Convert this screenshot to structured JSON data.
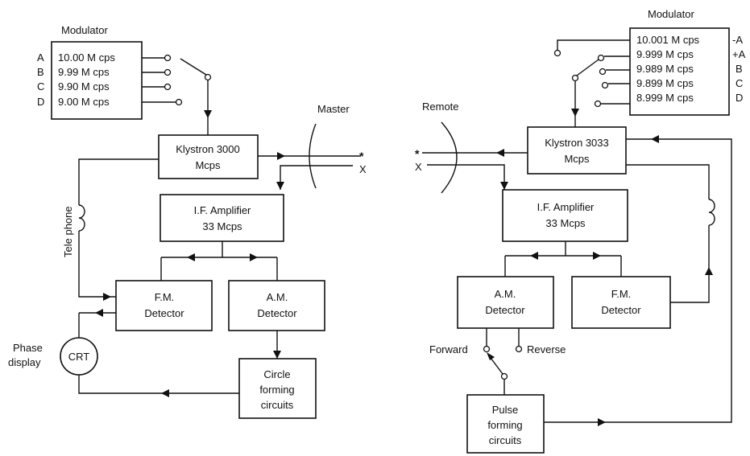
{
  "master": {
    "modulator_title": "Modulator",
    "channels": [
      {
        "letter": "A",
        "freq": "10.00 M cps"
      },
      {
        "letter": "B",
        "freq": "9.99 M cps"
      },
      {
        "letter": "C",
        "freq": "9.90 M cps"
      },
      {
        "letter": "D",
        "freq": "9.00 M cps"
      }
    ],
    "klystron": [
      "Klystron 3000",
      "Mcps"
    ],
    "antenna_label": "Master",
    "if_amp": [
      "I.F. Amplifier",
      "33 Mcps"
    ],
    "fm_det": [
      "F.M.",
      "Detector"
    ],
    "am_det": [
      "A.M.",
      "Detector"
    ],
    "telephone": "Tele phone",
    "crt": "CRT",
    "phase_display": [
      "Phase",
      "display"
    ],
    "circle": [
      "Circle",
      "forming",
      "circuits"
    ],
    "star": "*",
    "x": "X"
  },
  "remote": {
    "modulator_title": "Modulator",
    "channels": [
      {
        "letter": "-A",
        "freq": "10.001 M cps"
      },
      {
        "letter": "+A",
        "freq": "9.999 M cps"
      },
      {
        "letter": "B",
        "freq": "9.989 M cps"
      },
      {
        "letter": "C",
        "freq": "9.899 M cps"
      },
      {
        "letter": "D",
        "freq": "8.999 M cps"
      }
    ],
    "klystron": [
      "Klystron 3033",
      "Mcps"
    ],
    "antenna_label": "Remote",
    "if_amp": [
      "I.F. Amplifier",
      "33 Mcps"
    ],
    "am_det": [
      "A.M.",
      "Detector"
    ],
    "fm_det": [
      "F.M.",
      "Detector"
    ],
    "forward": "Forward",
    "reverse": "Reverse",
    "pulse": [
      "Pulse",
      "forming",
      "circuits"
    ],
    "star": "*",
    "x": "X"
  }
}
